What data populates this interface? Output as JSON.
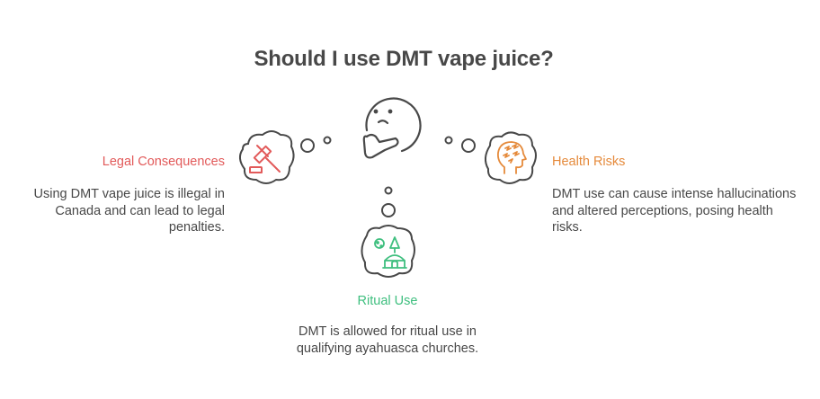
{
  "title": "Should I use DMT vape juice?",
  "colors": {
    "legal": "#e25a5a",
    "health": "#e58a3b",
    "ritual": "#3fbf7f",
    "outline": "#484848"
  },
  "center": {
    "icon": "thinking-face-icon"
  },
  "branches": {
    "legal": {
      "label": "Legal Consequences",
      "description": "Using DMT vape juice is illegal in Canada and can lead to legal penalties.",
      "icon": "gavel-icon"
    },
    "health": {
      "label": "Health Risks",
      "description": "DMT use can cause intense hallucinations and altered perceptions, posing health risks.",
      "icon": "head-stress-icon"
    },
    "ritual": {
      "label": "Ritual Use",
      "description": "DMT is allowed for ritual use in qualifying ayahuasca churches.",
      "icon": "church-icon"
    }
  }
}
